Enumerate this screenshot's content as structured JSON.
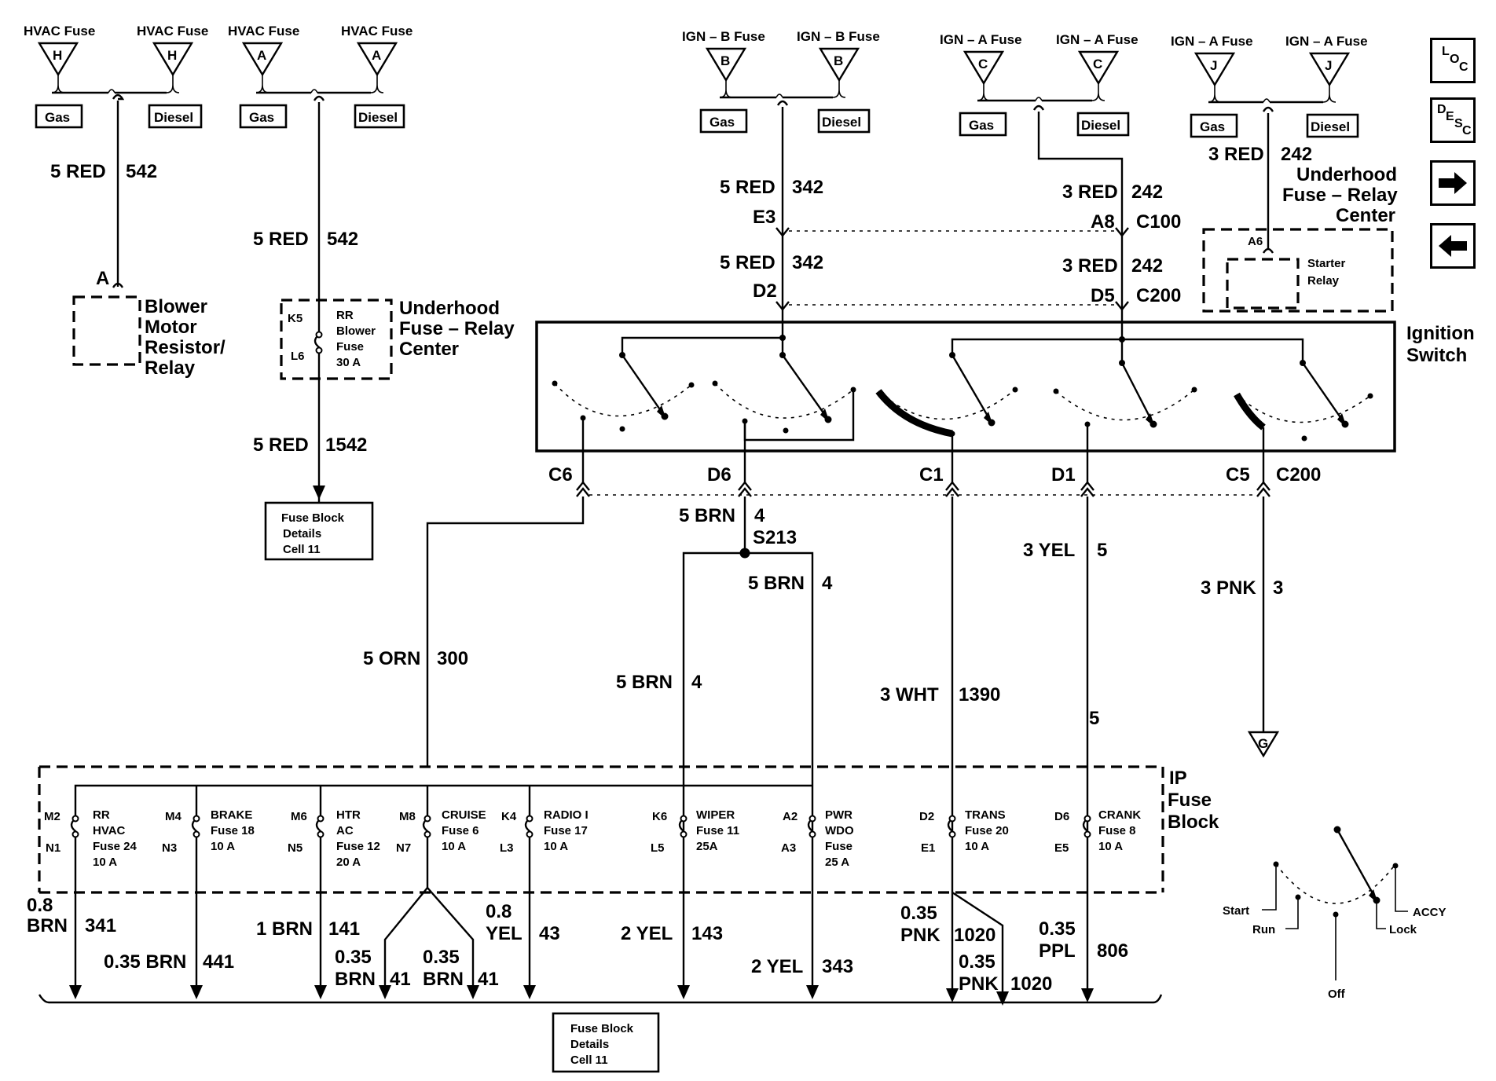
{
  "fuses_top": [
    {
      "label": "HVAC Fuse",
      "letter": "H"
    },
    {
      "label": "HVAC Fuse",
      "letter": "H"
    },
    {
      "label": "HVAC Fuse",
      "letter": "A"
    },
    {
      "label": "HVAC Fuse",
      "letter": "A"
    },
    {
      "label": "IGN – B Fuse",
      "letter": "B"
    },
    {
      "label": "IGN – B Fuse",
      "letter": "B"
    },
    {
      "label": "IGN – A Fuse",
      "letter": "C"
    },
    {
      "label": "IGN – A Fuse",
      "letter": "C"
    },
    {
      "label": "IGN – A Fuse",
      "letter": "J"
    },
    {
      "label": "IGN – A Fuse",
      "letter": "J"
    }
  ],
  "options": {
    "gas": "Gas",
    "diesel": "Diesel"
  },
  "wires": {
    "w542a_gauge": "5 RED",
    "w542a_num": "542",
    "w542b_gauge": "5 RED",
    "w542b_num": "542",
    "w1542_gauge": "5 RED",
    "w1542_num": "1542",
    "w342a_gauge": "5 RED",
    "w342a_num": "342",
    "w342b_gauge": "5 RED",
    "w342b_num": "342",
    "w242a_gauge": "3 RED",
    "w242a_num": "242",
    "w242b_gauge": "3 RED",
    "w242b_num": "242",
    "w242c_gauge": "3 RED",
    "w242c_num": "242",
    "w4a_gauge": "5 BRN",
    "w4a_num": "4",
    "w4b_gauge": "5 BRN",
    "w4b_num": "4",
    "w4c_gauge": "5 BRN",
    "w4c_num": "4",
    "w300_gauge": "5 ORN",
    "w300_num": "300",
    "w1390_gauge": "3 WHT",
    "w1390_num": "1390",
    "w5a_gauge": "3 YEL",
    "w5a_num": "5",
    "w5b_num": "5",
    "w3_gauge": "3 PNK",
    "w3_num": "3",
    "w341_gauge1": "0.8",
    "w341_gauge2": "BRN",
    "w341_num": "341",
    "w441_gauge": "0.35 BRN",
    "w441_num": "441",
    "w141_gauge": "1 BRN",
    "w141_num": "141",
    "w41a_gauge1": "0.35",
    "w41a_gauge2": "BRN",
    "w41a_num": "41",
    "w41b_gauge1": "0.35",
    "w41b_gauge2": "BRN",
    "w41b_num": "41",
    "w43_gauge1": "0.8",
    "w43_gauge2": "YEL",
    "w43_num": "43",
    "w143_gauge": "2 YEL",
    "w143_num": "143",
    "w343_gauge": "2 YEL",
    "w343_num": "343",
    "w1020a_gauge1": "0.35",
    "w1020a_gauge2": "PNK",
    "w1020a_num": "1020",
    "w1020b_gauge1": "0.35",
    "w1020b_gauge2": "PNK",
    "w1020b_num": "1020",
    "w806_gauge1": "0.35",
    "w806_gauge2": "PPL",
    "w806_num": "806"
  },
  "connectors": {
    "e3": "E3",
    "d2": "D2",
    "a8": "A8",
    "c100": "C100",
    "d5": "D5",
    "c200": "C200",
    "a6": "A6",
    "pin_a": "A",
    "c6": "C6",
    "d6": "D6",
    "c1": "C1",
    "d1": "D1",
    "c5": "C5",
    "c200b": "C200",
    "k5": "K5",
    "l6": "L6",
    "s213": "S213",
    "ground": "G"
  },
  "components": {
    "blower": [
      "Blower",
      "Motor",
      "Resistor/",
      "Relay"
    ],
    "rr_fuse": [
      "RR",
      "Blower",
      "Fuse",
      "30 A"
    ],
    "uh_left": [
      "Underhood",
      "Fuse – Relay",
      "Center"
    ],
    "uh_right": [
      "Underhood",
      "Fuse – Relay",
      "Center"
    ],
    "starter": [
      "Starter",
      "Relay"
    ],
    "ign_switch": [
      "Ignition",
      "Switch"
    ],
    "ip_block": [
      "IP",
      "Fuse",
      "Block"
    ],
    "fbd_top": [
      "Fuse Block",
      "Details",
      "Cell 11"
    ],
    "fbd_bottom": [
      "Fuse Block",
      "Details",
      "Cell 11"
    ]
  },
  "ip_fuses": [
    {
      "in": "M2",
      "out": "N1",
      "lines": [
        "RR",
        "HVAC",
        "Fuse 24",
        "10 A"
      ]
    },
    {
      "in": "M4",
      "out": "N3",
      "lines": [
        "BRAKE",
        "Fuse 18",
        "10 A"
      ]
    },
    {
      "in": "M6",
      "out": "N5",
      "lines": [
        "HTR",
        "AC",
        "Fuse 12",
        "20 A"
      ]
    },
    {
      "in": "M8",
      "out": "N7",
      "lines": [
        "CRUISE",
        "Fuse 6",
        "10 A"
      ]
    },
    {
      "in": "K4",
      "out": "L3",
      "lines": [
        "RADIO I",
        "Fuse 17",
        "10 A"
      ]
    },
    {
      "in": "K6",
      "out": "L5",
      "lines": [
        "WIPER",
        "Fuse 11",
        "25A"
      ]
    },
    {
      "in": "A2",
      "out": "A3",
      "lines": [
        "PWR",
        "WDO",
        "Fuse",
        "25 A"
      ]
    },
    {
      "in": "D2",
      "out": "E1",
      "lines": [
        "TRANS",
        "Fuse 20",
        "10 A"
      ]
    },
    {
      "in": "D6",
      "out": "E5",
      "lines": [
        "CRANK",
        "Fuse 8",
        "10 A"
      ]
    }
  ],
  "legend": {
    "start": "Start",
    "run": "Run",
    "off": "Off",
    "lock": "Lock",
    "accy": "ACCY"
  },
  "nav": {
    "loc_1": "L",
    "loc_2": "O",
    "loc_3": "C",
    "desc_1": "D",
    "desc_2": "E",
    "desc_3": "S",
    "desc_4": "C"
  }
}
